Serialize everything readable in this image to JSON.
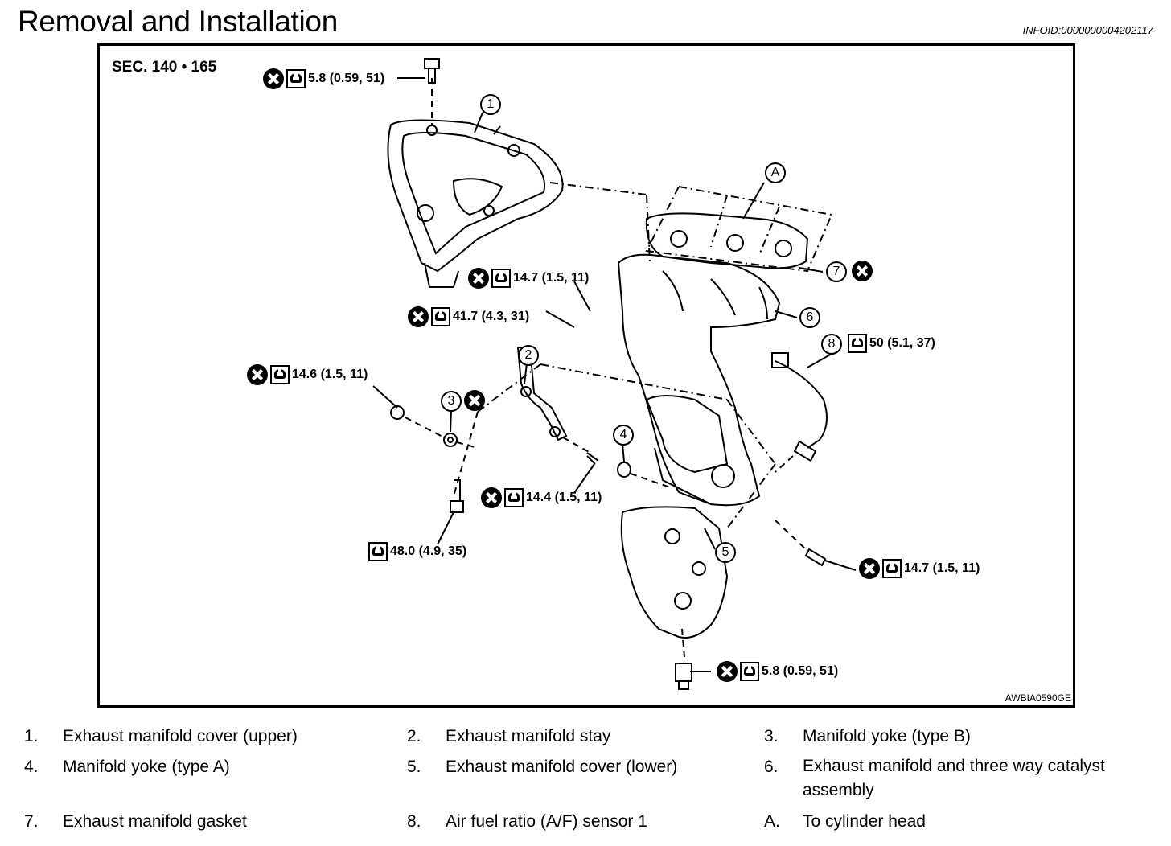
{
  "header": {
    "title": "Removal and Installation",
    "infoid": "INFOID:0000000004202117"
  },
  "figure": {
    "section": "SEC. 140 • 165",
    "code": "AWBIA0590GE",
    "callouts": {
      "c1": "1",
      "c2": "2",
      "c3": "3",
      "c4": "4",
      "c5": "5",
      "c6": "6",
      "c7": "7",
      "c8": "8",
      "cA": "A"
    },
    "torques": {
      "t_top": "5.8 (0.59, 51)",
      "t_cover_bolt": "14.7 (1.5, 11)",
      "t_nut_417": "41.7 (4.3, 31)",
      "t_nut_146": "14.6 (1.5, 11)",
      "t_sensor": "50 (5.1, 37)",
      "t_stud_144": "14.4 (1.5, 11)",
      "t_bolt_480": "48.0 (4.9, 35)",
      "t_right_147": "14.7 (1.5, 11)",
      "t_bottom": "5.8 (0.59, 51)"
    },
    "icons": {
      "replace": "x-circle-icon",
      "torque": "torque-wrench-icon"
    }
  },
  "legend": [
    {
      "num": "1.",
      "text": "Exhaust manifold cover (upper)"
    },
    {
      "num": "2.",
      "text": "Exhaust manifold stay"
    },
    {
      "num": "3.",
      "text": "Manifold yoke (type B)"
    },
    {
      "num": "4.",
      "text": "Manifold yoke (type A)"
    },
    {
      "num": "5.",
      "text": "Exhaust manifold cover (lower)"
    },
    {
      "num": "6.",
      "text": "Exhaust manifold and three way catalyst assembly"
    },
    {
      "num": "7.",
      "text": "Exhaust manifold gasket"
    },
    {
      "num": "8.",
      "text": "Air fuel ratio (A/F) sensor 1"
    },
    {
      "num": "A.",
      "text": "To cylinder head"
    }
  ]
}
